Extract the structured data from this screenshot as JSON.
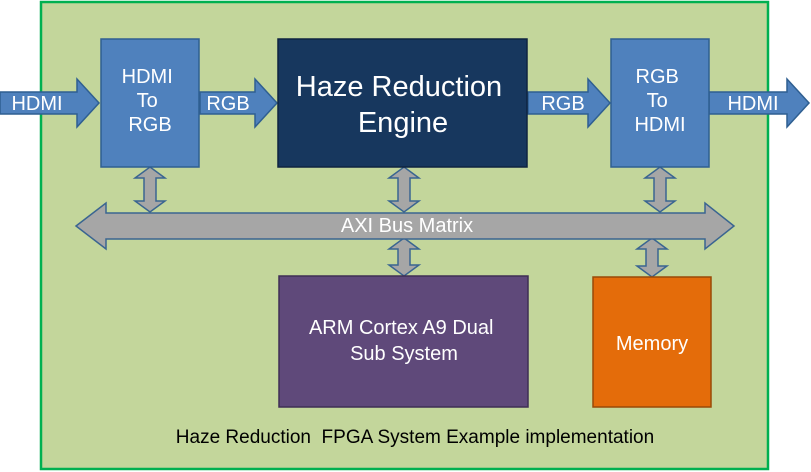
{
  "colors": {
    "background": "#c3d69b",
    "border": "#00b050",
    "block_blue": "#4f81bd",
    "block_blue_edge": "#2f5f91",
    "engine": "#17375e",
    "arm": "#5f497a",
    "memory": "#e46c0a",
    "arrow_gray": "#a6a6a6",
    "arrow_gray_edge": "#3a6591",
    "text_white": "#ffffff",
    "text_dark": "#000000"
  },
  "blocks": {
    "hdmi_to_rgb": [
      "HDMI",
      "To",
      "RGB"
    ],
    "engine": [
      "Haze Reduction",
      "Engine"
    ],
    "rgb_to_hdmi": [
      "RGB",
      "To",
      "HDMI"
    ],
    "arm": [
      "ARM Cortex A9 Dual",
      "Sub System"
    ],
    "memory": "Memory"
  },
  "arrows": {
    "hdmi_in": "HDMI",
    "rgb_1": "RGB",
    "rgb_2": "RGB",
    "hdmi_out": "HDMI"
  },
  "bus": {
    "label": "AXI Bus Matrix"
  },
  "caption": "Haze Reduction  FPGA System Example implementation"
}
